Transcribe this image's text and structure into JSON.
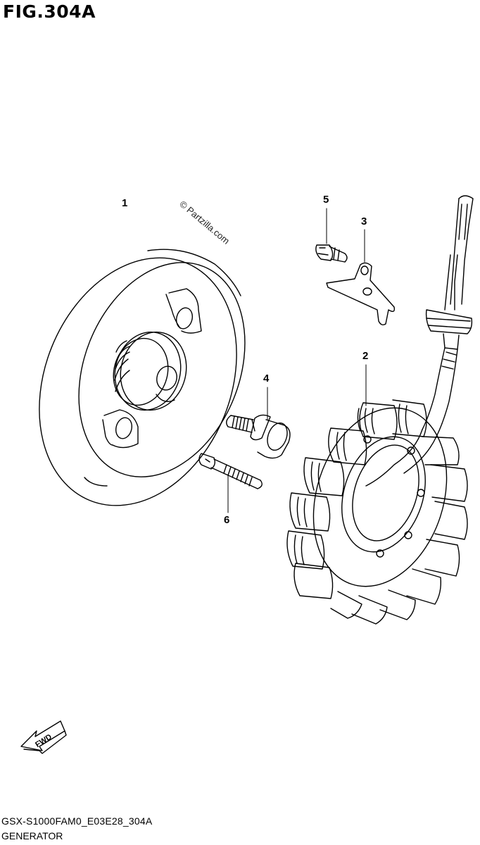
{
  "figure": {
    "title": "FIG.304A",
    "code": "GSX-S1000FAM0_E03E28_304A",
    "name": "GENERATOR"
  },
  "watermark": "© Partzilla.com",
  "fwd_arrow_label": "FWD",
  "parts": [
    {
      "ref": "1",
      "part": "rotor"
    },
    {
      "ref": "2",
      "part": "stator"
    },
    {
      "ref": "3",
      "part": "clamp"
    },
    {
      "ref": "4",
      "part": "rotor-bolt"
    },
    {
      "ref": "5",
      "part": "clamp-bolt"
    },
    {
      "ref": "6",
      "part": "stator-bolt"
    }
  ]
}
